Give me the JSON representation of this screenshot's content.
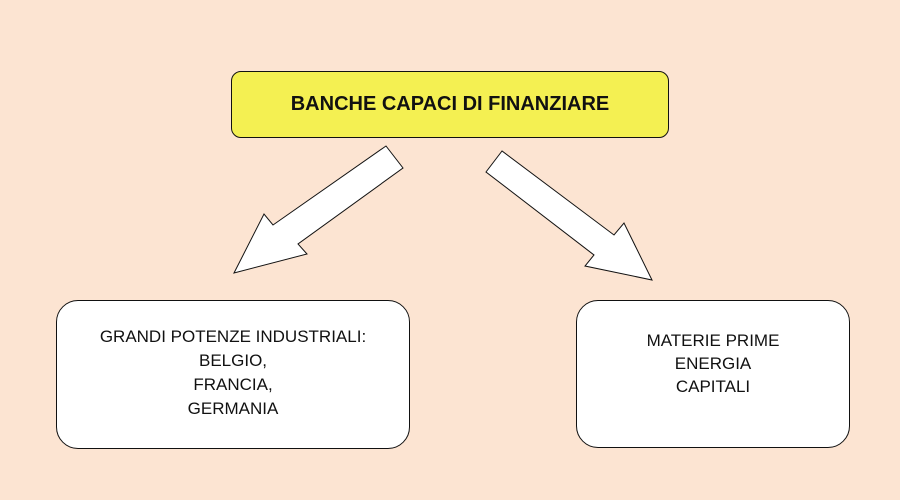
{
  "diagram": {
    "top": {
      "label": "BANCHE CAPACI DI FINANZIARE"
    },
    "left": {
      "lines": [
        "GRANDI POTENZE INDUSTRIALI:",
        "BELGIO,",
        "FRANCIA,",
        "GERMANIA"
      ]
    },
    "right": {
      "lines": [
        "MATERIE PRIME",
        "ENERGIA",
        "CAPITALI"
      ]
    }
  },
  "colors": {
    "background": "#fce4d2",
    "top_fill": "#f4f052",
    "box_fill": "#ffffff",
    "arrow_fill": "#ffffff",
    "stroke": "#111111"
  }
}
